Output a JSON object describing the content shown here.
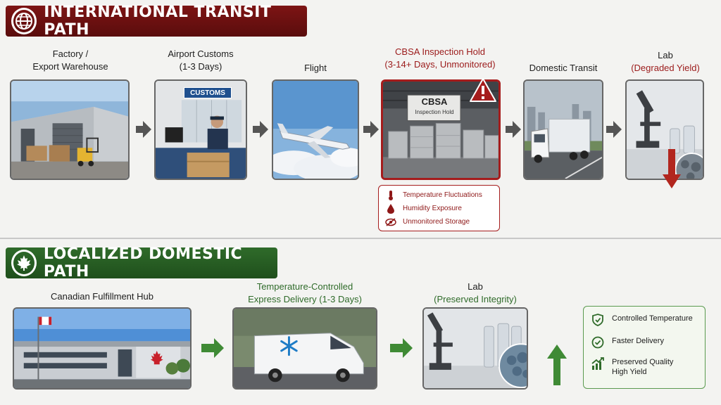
{
  "international": {
    "title": "INTERNATIONAL TRANSIT PATH",
    "stages": [
      {
        "label": "Factory /",
        "sub": "Export Warehouse"
      },
      {
        "label": "Airport Customs",
        "sub": "(1-3 Days)"
      },
      {
        "label": "Flight",
        "sub": ""
      },
      {
        "label": "CBSA Inspection Hold",
        "sub": "(3-14+ Days, Unmonitored)"
      },
      {
        "label": "Domestic Transit",
        "sub": ""
      },
      {
        "label": "Lab",
        "sub": "(Degraded Yield)"
      }
    ],
    "customs_sign": "CUSTOMS",
    "cbsa_sign": "CBSA",
    "cbsa_sign_sub": "Inspection Hold",
    "risks": [
      "Temperature Fluctuations",
      "Humidity Exposure",
      "Unmonitored Storage"
    ]
  },
  "domestic": {
    "title": "LOCALIZED DOMESTIC PATH",
    "stages": [
      {
        "label": "Canadian Fulfillment Hub",
        "sub": ""
      },
      {
        "label": "Temperature-Controlled",
        "sub": "Express Delivery (1-3 Days)"
      },
      {
        "label": "Lab",
        "sub": "(Preserved Integrity)"
      }
    ],
    "benefits": [
      "Controlled Temperature",
      "Faster Delivery",
      "Preserved Quality"
    ],
    "benefit_extra": "High Yield"
  },
  "colors": {
    "international": "#7d1414",
    "domestic": "#2f6b2a",
    "alert": "#a51c1c"
  }
}
